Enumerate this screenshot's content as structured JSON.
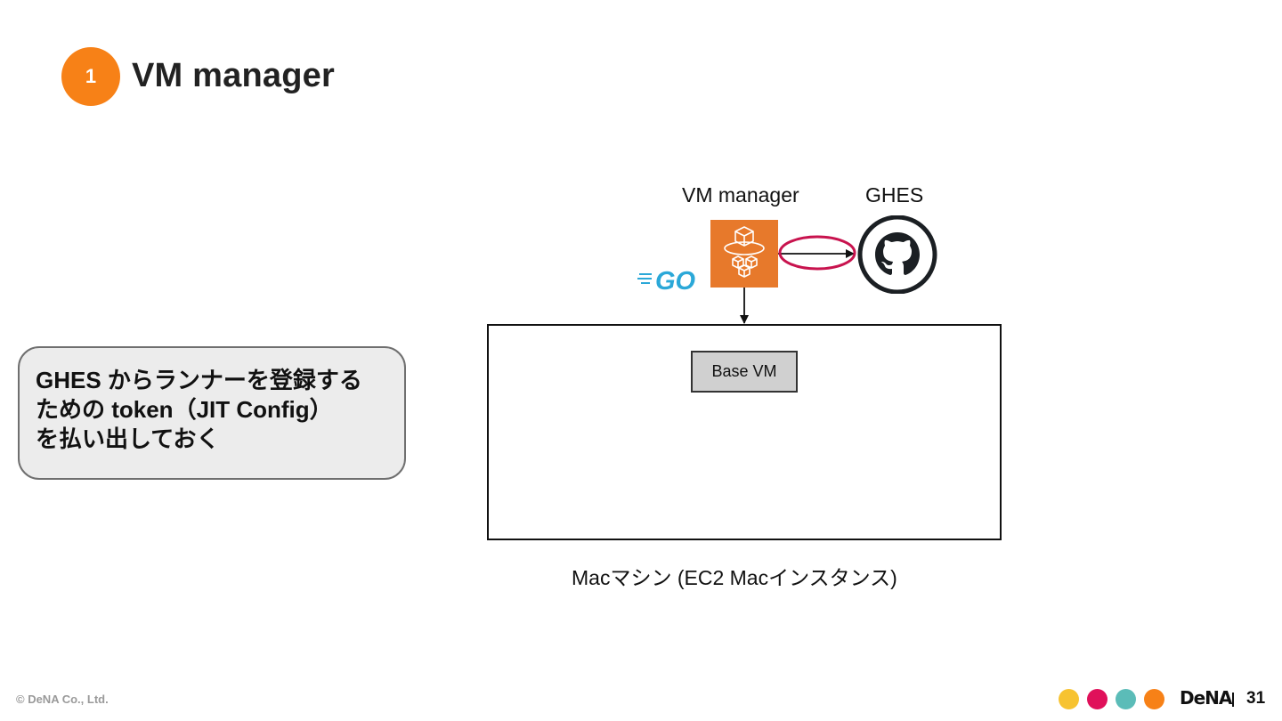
{
  "header": {
    "section_number": "1",
    "title": "VM manager"
  },
  "callout": {
    "lines": [
      "GHES からランナーを登録する",
      "ための token（JIT Config）",
      "を払い出しておく"
    ]
  },
  "diagram": {
    "vm_manager_label": "VM manager",
    "ghes_label": "GHES",
    "go_logo": "GO",
    "vm_manager_icon": "aws-fleet-icon",
    "ghes_icon": "github-octocat-icon",
    "base_vm_label": "Base VM",
    "mac_machine_label": "Macマシン (EC2 Macインスタンス)",
    "highlight_color": "#c8134e",
    "accent_color": "#e7792b"
  },
  "footer": {
    "copyright": "© DeNA Co., Ltd.",
    "brand": "DeNA",
    "page_number": "31",
    "dot_colors": [
      "#f7c331",
      "#e0105a",
      "#5bbcb8",
      "#f78117"
    ]
  }
}
